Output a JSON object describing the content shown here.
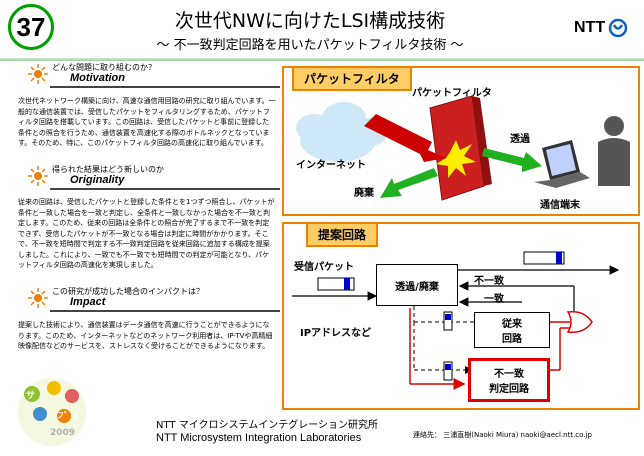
{
  "header": {
    "number": "37",
    "title": "次世代NWに向けたLSI構成技術",
    "subtitle": "～ 不一致判定回路を用いたパケットフィルタ技術 ～",
    "logo_text": "NTT"
  },
  "left": {
    "sections": [
      {
        "question": "どんな問題に取り組むのか？",
        "label": "Motivation",
        "body": "次世代ネットワーク構築に向け、高速な通信用回路の研究に取り組んでいます。一般的な通信装置では、受信したパケットをフィルタリングするため、パケットフィルタ回路を搭載しています。この回路は、受信したパケットと事前に登録した条件との照合を行うため、通信装置を高速化する際のボトルネックとなっています。そのため、特に、このパケットフィルタ回路の高速化に取り組んでいます。"
      },
      {
        "question": "得られた結果はどう新しいのか",
        "label": "Originality",
        "body": "従来の回路は、受信したパケットと登録した条件とを1つずつ照合し、パケットが条件と一致した場合を一致と判定し、全条件と一致しなかった場合を不一致と判定します。このため、従来の回路は全条件との照合が完了するまで不一致を判定できず、受信したパケットが不一致となる場合は判定に時間がかかります。そこで、不一致を短時間で判定する不一致判定回路を従来回路に追加する構成を提案しました。これにより、一致でも不一致でも短時間での判定が可能となり、パケットフィルタ回路の高速化を実現しました。"
      },
      {
        "question": "この研究が成功した場合のインパクトは？",
        "label": "Impact",
        "body": "提案した技術により、通信装置はデータ通信を高速に行うことができるようになります。このため、インターネットなどのネットワーク利用者は、IP-TVや高精細映像配信などのサービスを、ストレスなく受けることができるようになります。"
      }
    ]
  },
  "packet_filter": {
    "title": "パケットフィルタ",
    "wall_label": "パケットフィルタ",
    "internet": "インターネット",
    "pass": "透過",
    "drop": "廃棄",
    "terminal": "通信端末"
  },
  "proposal": {
    "title": "提案回路",
    "recv": "受信パケット",
    "pass_drop": "透過/廃棄",
    "mismatch": "不一致",
    "match": "一致",
    "ip": "IPアドレスなど",
    "conventional": "従来\n回路",
    "conventional_l1": "従来",
    "conventional_l2": "回路",
    "mismatch_l1": "不一致",
    "mismatch_l2": "判定回路"
  },
  "footer": {
    "lab_ja": "NTT マイクロシステムインテグレーション研究所",
    "lab_en": "NTT Microsystem Integration Laboratories",
    "contact": "連絡先： 三浦直樹(Naoki Miura)  naoki@aecl.ntt.co.jp",
    "badge_top": "サ",
    "badge_mid": "フ゛ェ",
    "badge_num": "2009"
  },
  "colors": {
    "accent_orange": "#f08000",
    "box_fill": "#ffcc66",
    "green": "#00a000",
    "red": "#e00000",
    "blue": "#0000cc"
  }
}
